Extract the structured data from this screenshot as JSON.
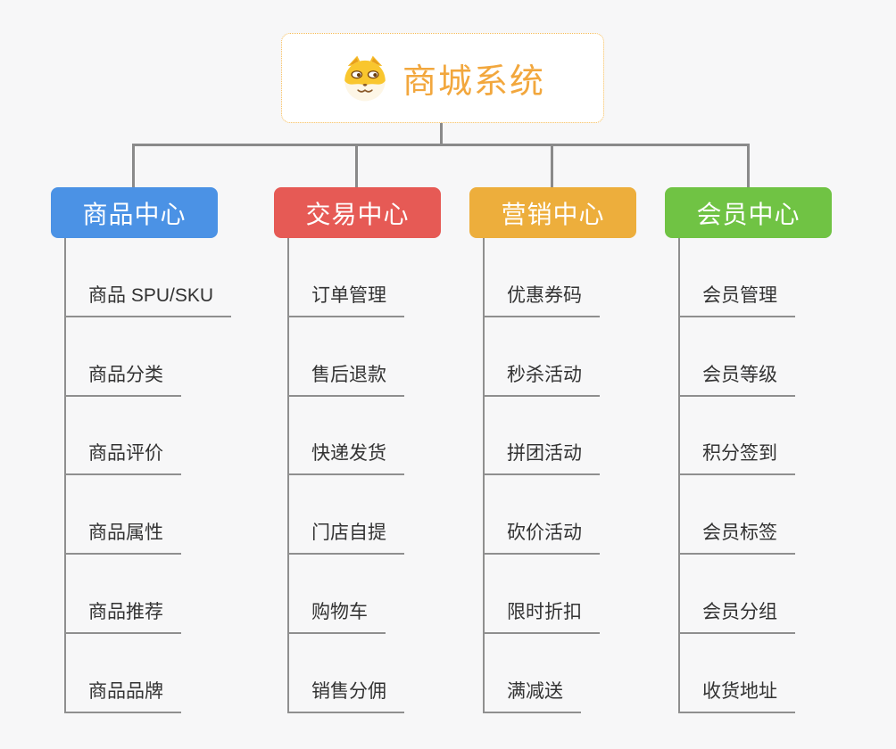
{
  "page": {
    "background_color": "#f7f7f8",
    "connector_color": "#8a8a8a"
  },
  "root": {
    "title": "商城系统",
    "icon": "shiba-dog-icon",
    "text_color": "#f2a73d",
    "border_color": "#f6bc57"
  },
  "branches": [
    {
      "label": "商品中心",
      "color": "#4b92e5",
      "items": [
        "商品 SPU/SKU",
        "商品分类",
        "商品评价",
        "商品属性",
        "商品推荐",
        "商品品牌"
      ]
    },
    {
      "label": "交易中心",
      "color": "#e65a55",
      "items": [
        "订单管理",
        "售后退款",
        "快递发货",
        "门店自提",
        "购物车",
        "销售分佣"
      ]
    },
    {
      "label": "营销中心",
      "color": "#edae3c",
      "items": [
        "优惠券码",
        "秒杀活动",
        "拼团活动",
        "砍价活动",
        "限时折扣",
        "满减送"
      ]
    },
    {
      "label": "会员中心",
      "color": "#70c344",
      "items": [
        "会员管理",
        "会员等级",
        "积分签到",
        "会员标签",
        "会员分组",
        "收货地址"
      ]
    }
  ]
}
